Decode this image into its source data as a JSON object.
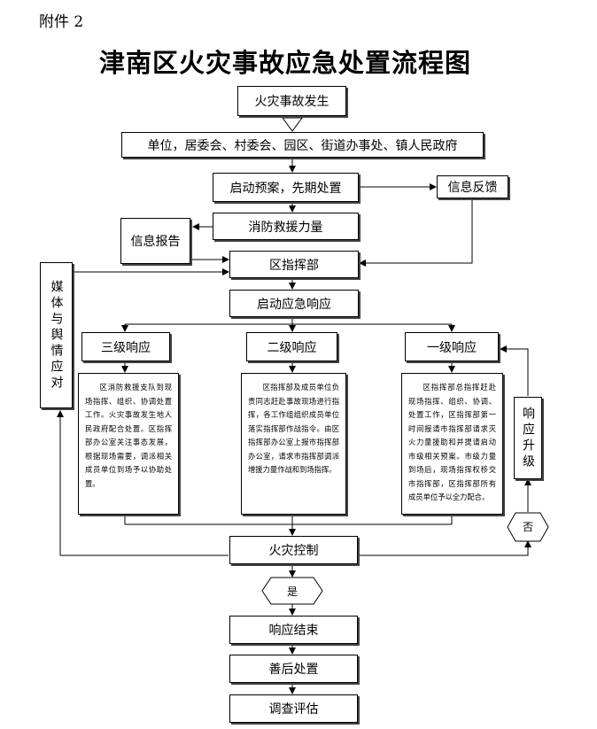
{
  "attachment_label": "附件 2",
  "title": "津南区火灾事故应急处置流程图",
  "nodes": {
    "fire_occurs": "火灾事故发生",
    "units": "单位，居委会、村委会、园区、街道办事处、镇人民政府",
    "start_plan": "启动预案，先期处置",
    "info_feedback": "信息反馈",
    "fire_rescue": "消防救援力量",
    "info_report": "信息报告",
    "district_command": "区指挥部",
    "emergency_start": "启动应急响应",
    "media": "媒体与舆情应对",
    "level3": "三级响应",
    "level2": "二级响应",
    "level1": "一级响应",
    "upgrade": "响应升级",
    "no": "否",
    "fire_control": "火灾控制",
    "yes": "是",
    "end": "响应结束",
    "aftermath": "善后处置",
    "investigation": "调查评估"
  },
  "descriptions": {
    "level3": "区消防救援支队到现场指挥、组织、协调处置工作。火灾事故发生地人民政府配合处置。区指挥部办公室关注事态发展，根据现场需要，调派相关成员单位到场予以协助处置。",
    "level2": "区指挥部及成员单位负责同志赶赴事故现场进行指挥，各工作组组织成员单位落实指挥部作战指令。由区指挥部办公室上报市指挥部办公室，请求市指挥部调派增援力量作战和到场指挥。",
    "level1": "区指挥部总指挥赶赴现场指挥、组织、协调、处置工作，区指挥部第一时间报请市指挥部请求灭火力量援助和并提请启动市级相关预案。市级力量到场后，现场指挥权移交市指挥部，区指挥部所有成员单位予以全力配合。"
  }
}
